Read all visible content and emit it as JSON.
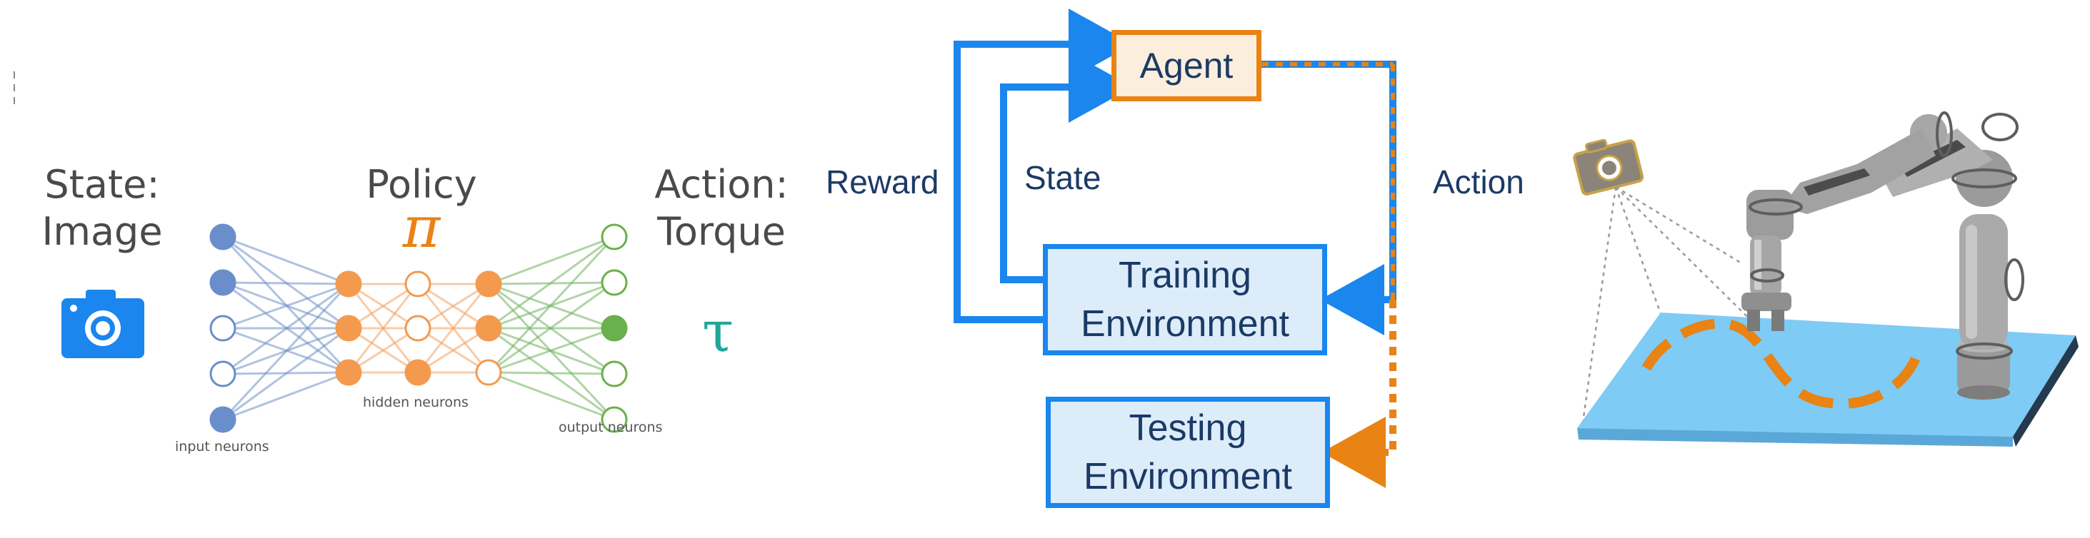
{
  "left_panel": {
    "state_line1": "State:",
    "state_line2": "Image",
    "policy_label": "Policy",
    "policy_symbol": "π",
    "action_line1": "Action:",
    "action_line2": "Torque",
    "torque_symbol": "τ",
    "network": {
      "input_label": "input neurons",
      "hidden_label": "hidden neurons",
      "output_label": "output neurons",
      "layers": [
        5,
        3,
        3,
        3,
        5
      ]
    }
  },
  "rl_loop": {
    "agent_label": "Agent",
    "training_env_line1": "Training",
    "training_env_line2": "Environment",
    "testing_env_line1": "Testing",
    "testing_env_line2": "Environment",
    "reward_label": "Reward",
    "state_label": "State",
    "action_label": "Action"
  },
  "colors": {
    "blue": "#1a86ee",
    "orange": "#e88314",
    "navy": "#1c3a66",
    "teal": "#1fa89a",
    "platform": "#7ecbf5"
  },
  "icons": [
    "camera-icon",
    "camera-mount-icon",
    "robot-arm"
  ]
}
